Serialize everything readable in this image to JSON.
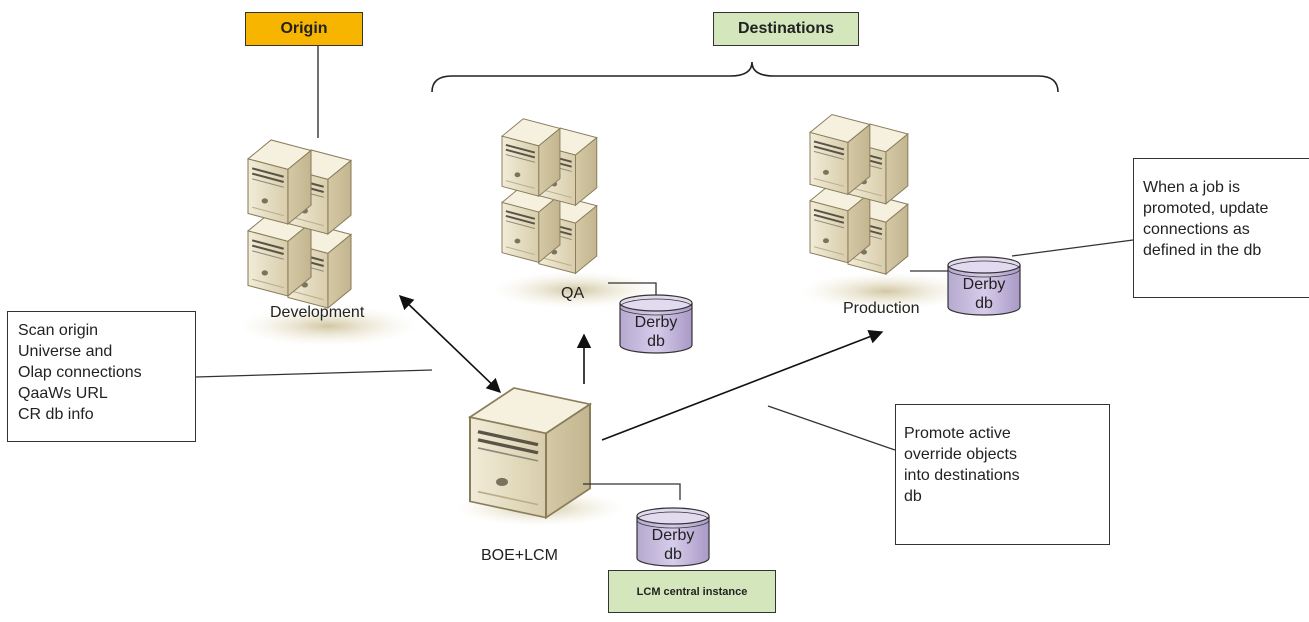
{
  "tags": {
    "origin": "Origin",
    "destinations": "Destinations",
    "lcm_central": "LCM central instance"
  },
  "servers": {
    "development": "Development",
    "qa": "QA",
    "production": "Production",
    "boe_lcm": "BOE+LCM"
  },
  "databases": {
    "qa": [
      "Derby",
      "db"
    ],
    "production": [
      "Derby",
      "db"
    ],
    "boe_lcm": [
      "Derby",
      "db"
    ]
  },
  "notes": {
    "scan": [
      "Scan origin",
      "Universe and",
      "Olap connections",
      "QaaWs URL",
      "CR db info"
    ],
    "job": [
      "When a job is",
      "promoted, update",
      "connections as",
      "defined in the db"
    ],
    "promote": [
      "Promote  active",
      "override objects",
      "into destinations",
      "db"
    ]
  },
  "colors": {
    "origin_tag": "#f7b500",
    "destinations_tag": "#d4e6bc",
    "server_body": "#e6dcc0",
    "database": "#c8bddb"
  }
}
